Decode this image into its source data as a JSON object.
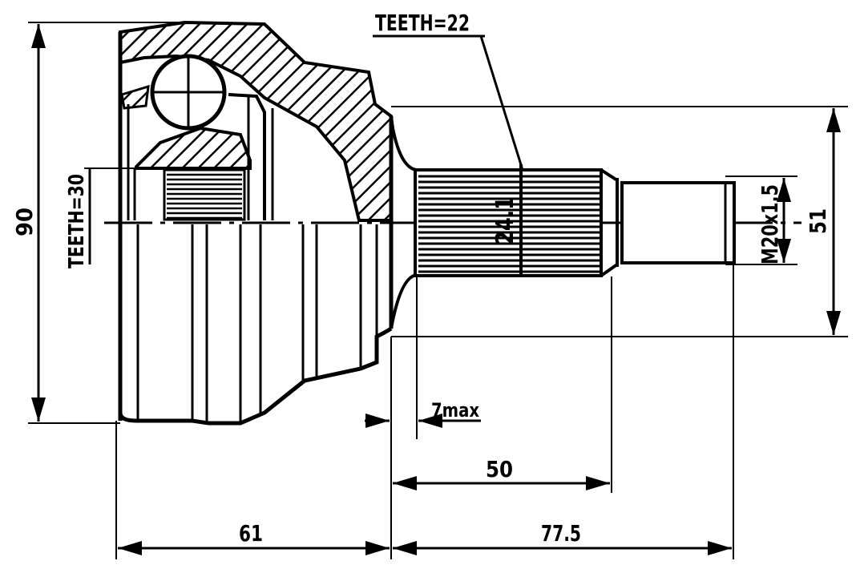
{
  "labels": {
    "teeth_outer": "TEETH=22",
    "teeth_inner": "TEETH=30",
    "diameter_spline": "24.1",
    "thread": "M20x1.5",
    "dim_height": "90",
    "dim_shaft_dia": "51",
    "dim_max": "7max",
    "dim_spline_len": "50",
    "dim_body_len": "61",
    "dim_shaft_len": "77.5"
  },
  "colors": {
    "ink": "#000000",
    "paper": "#ffffff"
  }
}
